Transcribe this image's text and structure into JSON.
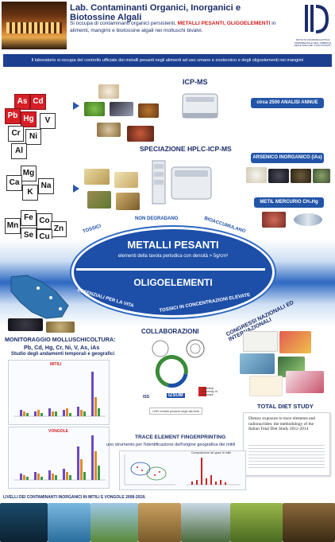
{
  "header": {
    "title": "Lab. Contaminanti Organici, Inorganici e Biotossine Algali",
    "subtitle_part1": "Si occupa di contaminanti organici persistenti, ",
    "subtitle_highlight": "METALLI PESANTI, OLIGOELEMENTI",
    "subtitle_part2": " in alimenti, mangimi e biotossine algali nei molluschi bivalvi.",
    "logo_text": "ISTITUTO ZOOPROFILATTICO SPERIMENTALE DELL'UMBRIA E DELLE MARCHE \"TOGO ROSATI\""
  },
  "banner": "Il laboratorio si occupa del controllo ufficiale dei metalli pesanti negli alimenti ad uso umano e zootecnico e degli oligoelementi nei mangimi",
  "elements": {
    "red": [
      "As",
      "Cd",
      "Pb",
      "Hg"
    ],
    "group1": [
      "Cr",
      "V",
      "Ni",
      "Al"
    ],
    "group2": [
      "Mg",
      "Ca",
      "K",
      "Na"
    ],
    "group3": [
      "Fe",
      "Co",
      "Mn",
      "Zn",
      "Se",
      "Cu"
    ]
  },
  "icpms": {
    "title": "ICP-MS",
    "count": "circa 2500 ANALISI ANNUE"
  },
  "speciation": {
    "title": "SPECIAZIONE HPLC-ICP-MS",
    "arsenic": "ARSENICO INORGANICO (iAs)",
    "mercury": "METIL MERCURIO CH₃Hg"
  },
  "center": {
    "arc_top_left": "TOSSICI",
    "arc_top_mid": "NON DEGRADANO",
    "arc_top_right": "BIOACCUMULANO",
    "metals_title": "METALLI PESANTI",
    "metals_sub": "elementi della tavola periodica con densità > 5g/cm³",
    "oligo_title": "OLIGOELEMENTI",
    "arc_bottom_left": "ESSENZIALI PER LA VITA",
    "arc_bottom_right": "TOSSICI IN CONCENTRAZIONI ELEVATE"
  },
  "monitoring": {
    "title": "MONITORAGGIO MOLLUSCHICOLTURA:",
    "elements": "Pb, Cd, Hg, Cr, Ni, V, As, iAs",
    "sub": "Studio degli andamenti temporali e geografici",
    "chart1_title": "MITILI",
    "chart2_title": "VONGOLE",
    "footer": "LIVELLI DEI CONTAMINANTI INORGANICI IN MITILI E VONGOLE 2008-2018."
  },
  "collaborations": {
    "title": "COLLABORAZIONI",
    "izsum": "IZSUM",
    "iss": "ISS",
    "dtu": "Technical University of Denmark",
    "lnr": "LNR metalli pesanti negli alimenti"
  },
  "congress": {
    "title": "CONGRESSI NAZIONALI ED INTERNAZIONALI"
  },
  "tds": {
    "title": "TOTAL DIET STUDY",
    "paper": "Dietary exposure to trace elements and radionuclides: the methodology of the Italian Total Diet Study 2012-2014"
  },
  "fingerprint": {
    "title": "TRACE ELEMENT FINGERPRINTING",
    "sub": "uno strumento per l'identificazione dell'origine geografica dei mitili",
    "plot_title": "Composizione dei gusci di mitili"
  },
  "colors": {
    "navy": "#1b2d6b",
    "blue": "#1d4fa8",
    "red": "#d61f26"
  }
}
